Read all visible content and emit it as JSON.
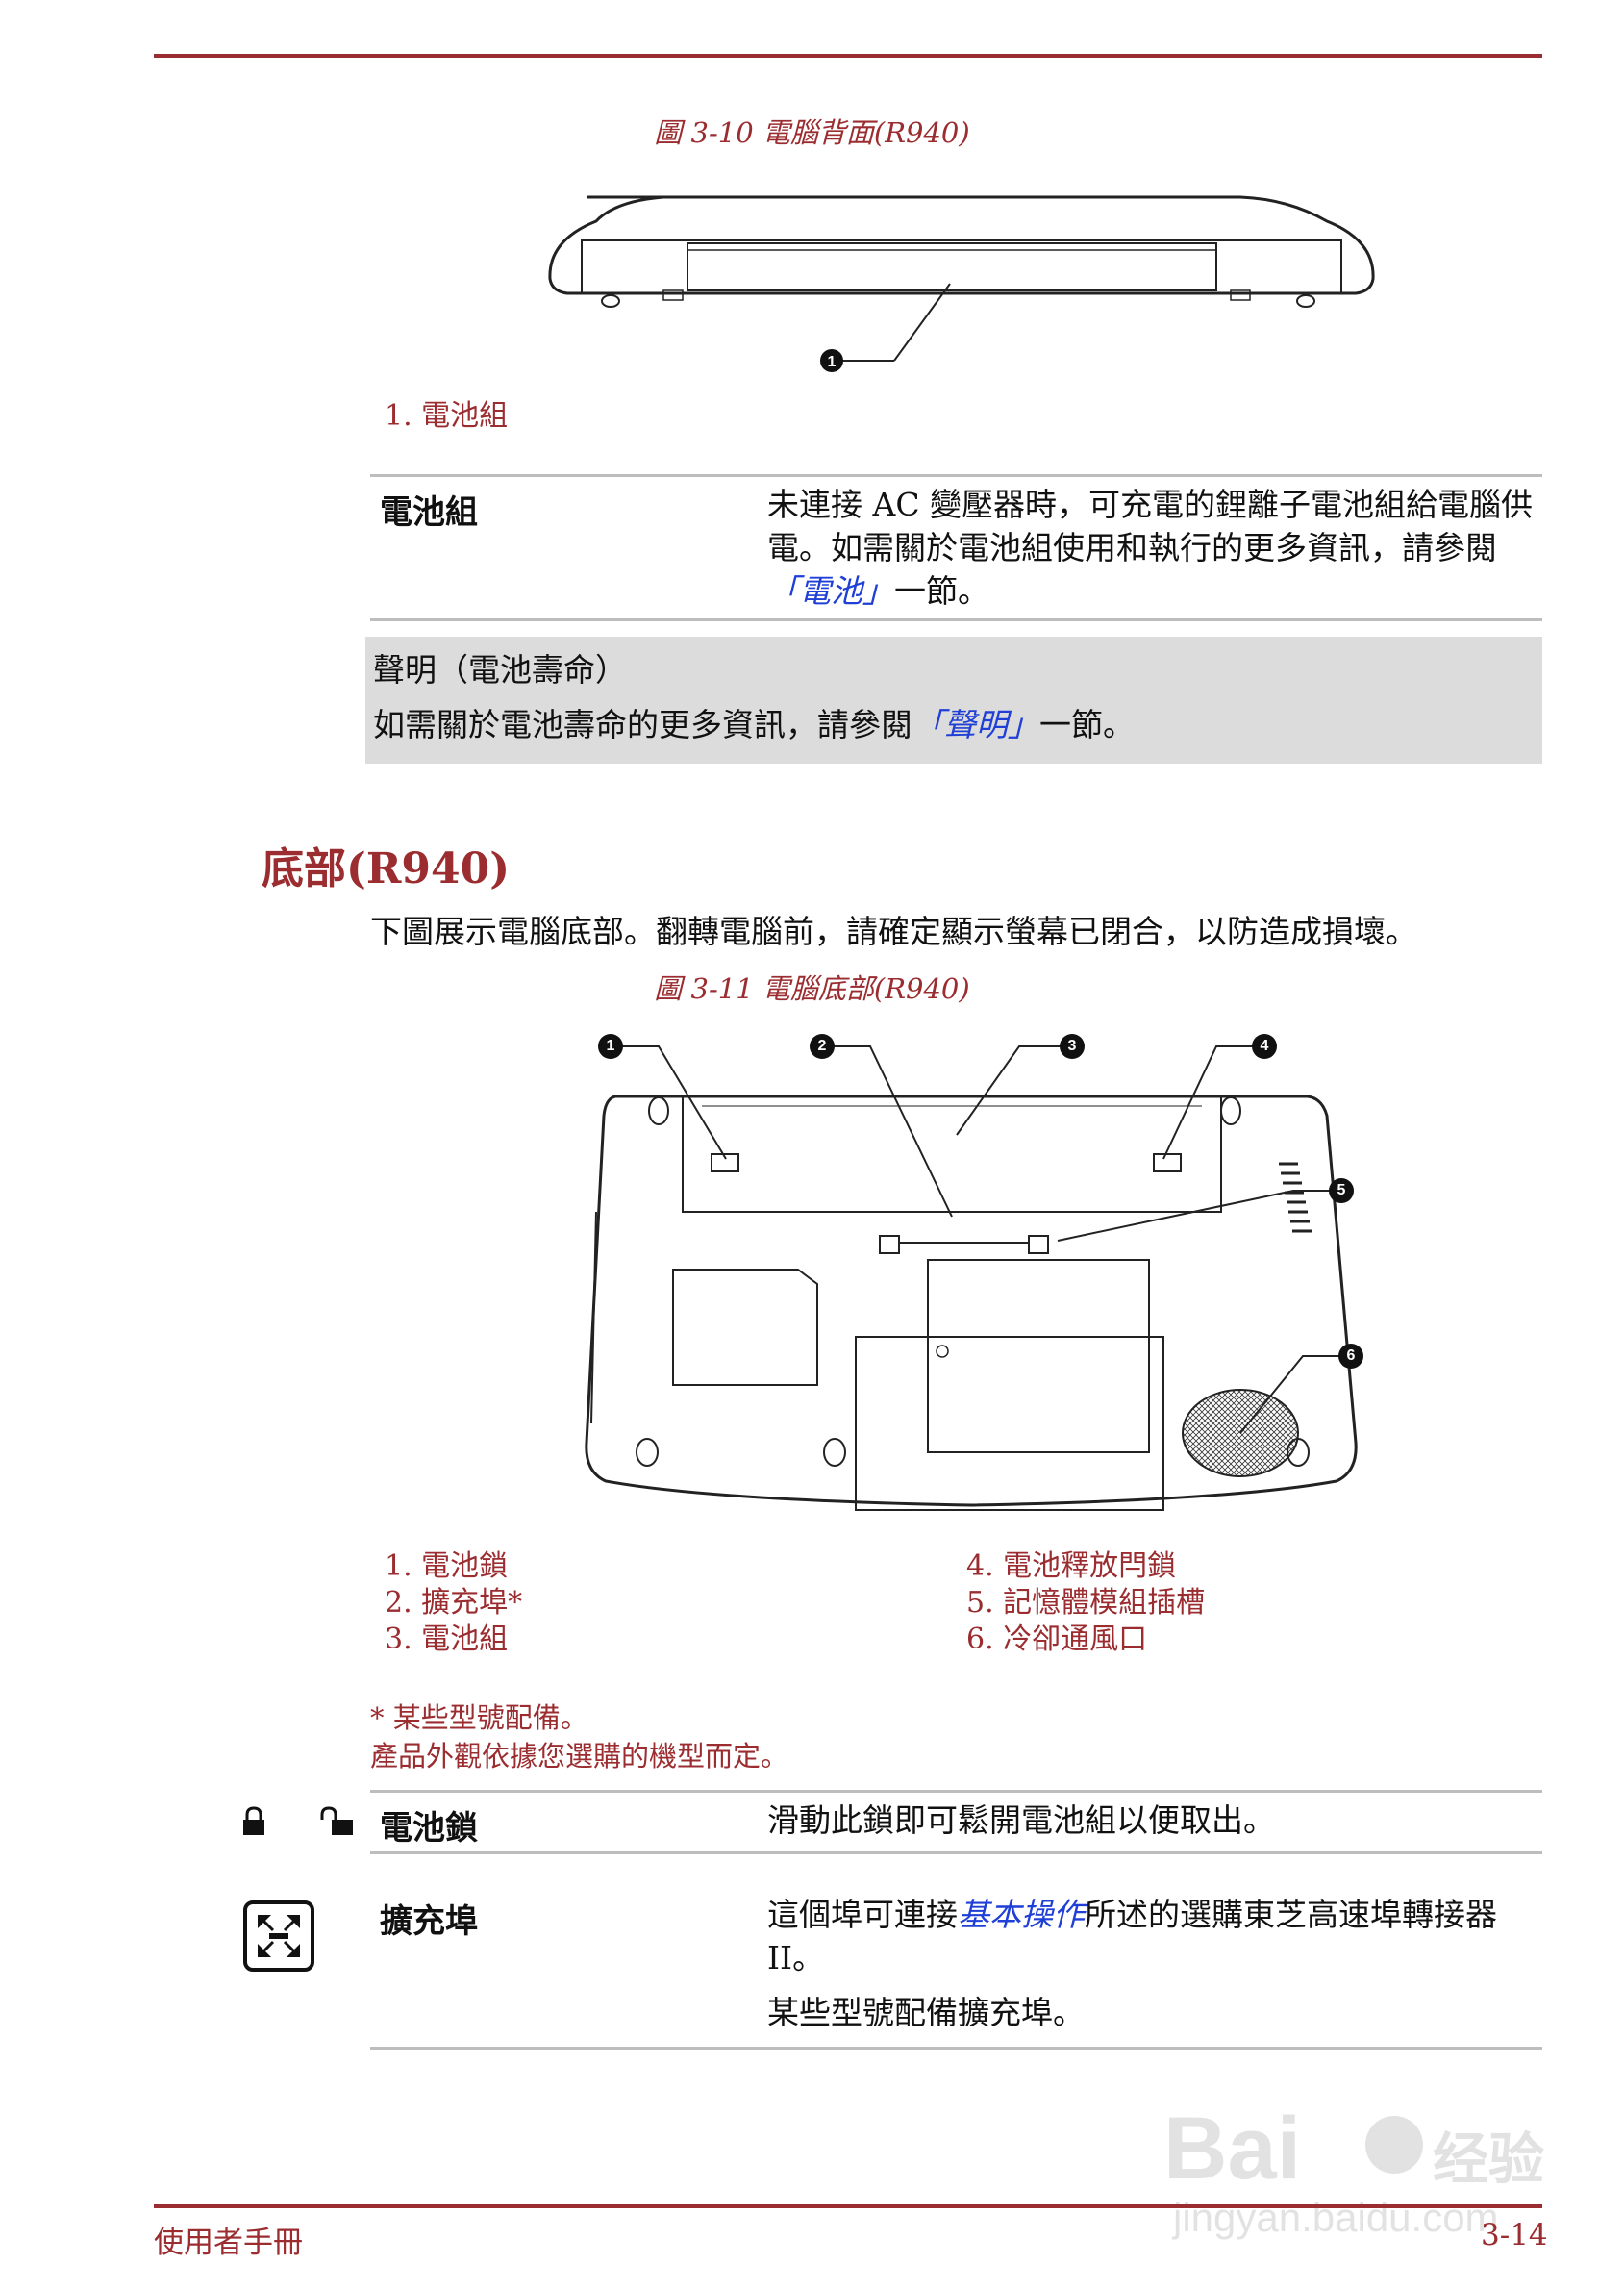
{
  "figure1": {
    "caption": "圖 3-10 電腦背面(R940)",
    "callout": "1",
    "legend": [
      "1. 電池組"
    ]
  },
  "table1": {
    "term": "電池組",
    "desc_text": "未連接 AC 變壓器時，可充電的鋰離子電池組給電腦供電。如需關於電池組使用和執行的更多資訊，請參閱",
    "desc_link": "「電池」",
    "desc_after": "一節。"
  },
  "note": {
    "title": "聲明（電池壽命）",
    "body_pre": "如需關於電池壽命的更多資訊，請參閱",
    "body_link": "「聲明」",
    "body_post": "一節。"
  },
  "section": {
    "title": "底部(R940)",
    "intro": "下圖展示電腦底部。翻轉電腦前，請確定顯示螢幕已閉合，以防造成損壞。"
  },
  "figure2": {
    "caption": "圖 3-11 電腦底部(R940)",
    "callouts": [
      "1",
      "2",
      "3",
      "4",
      "5",
      "6"
    ],
    "legend_left": [
      "1. 電池鎖",
      "2. 擴充埠*",
      "3. 電池組"
    ],
    "legend_right": [
      "4. 電池釋放閂鎖",
      "5. 記憶體模組插槽",
      "6. 冷卻通風口"
    ]
  },
  "footnotes": [
    "* 某些型號配備。",
    "產品外觀依據您選購的機型而定。"
  ],
  "table2": {
    "row1": {
      "term": "電池鎖",
      "desc": "滑動此鎖即可鬆開電池組以便取出。",
      "icons": [
        "lock-icon",
        "unlock-icon"
      ]
    },
    "row2": {
      "term": "擴充埠",
      "desc_pre": "這個埠可連接",
      "desc_link": "基本操作",
      "desc_post": "所述的選購東芝高速埠轉接器 II。",
      "desc2": "某些型號配備擴充埠。",
      "icon": "docking-port-icon"
    }
  },
  "footer": {
    "left": "使用者手冊",
    "right": "3-14"
  },
  "watermark": {
    "line1": "Bai",
    "line2": "经验",
    "line3": "jingyan.baidu.com"
  },
  "colors": {
    "accent": "#9b2d30",
    "link": "#1f3fd6",
    "note_bg": "#dcdcdc",
    "rule": "#bdbdbd"
  }
}
